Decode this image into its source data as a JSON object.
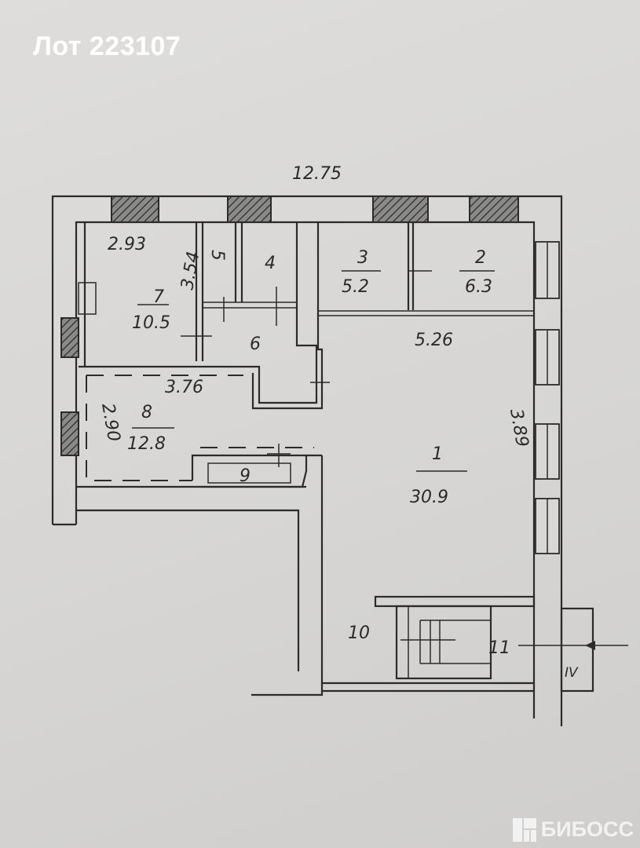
{
  "header": {
    "lot_label": "Лот 223107"
  },
  "watermark": {
    "brand": "БИБОСС"
  },
  "floor_plan": {
    "overall_width": "12.75",
    "rooms": [
      {
        "number": "1",
        "area": "30.9"
      },
      {
        "number": "2",
        "area": "6.3"
      },
      {
        "number": "3",
        "area": "5.2"
      },
      {
        "number": "4"
      },
      {
        "number": "5"
      },
      {
        "number": "6"
      },
      {
        "number": "7",
        "area": "10.5"
      },
      {
        "number": "8",
        "area": "12.8"
      },
      {
        "number": "9"
      },
      {
        "number": "10"
      },
      {
        "number": "11"
      }
    ],
    "dimensions": {
      "room7_width": "2.93",
      "room7_length": "3.54",
      "room1_width": "5.26",
      "room1_length": "3.89",
      "room8_width": "3.76",
      "room8_length": "2.90"
    },
    "entrance_label": "IV"
  }
}
